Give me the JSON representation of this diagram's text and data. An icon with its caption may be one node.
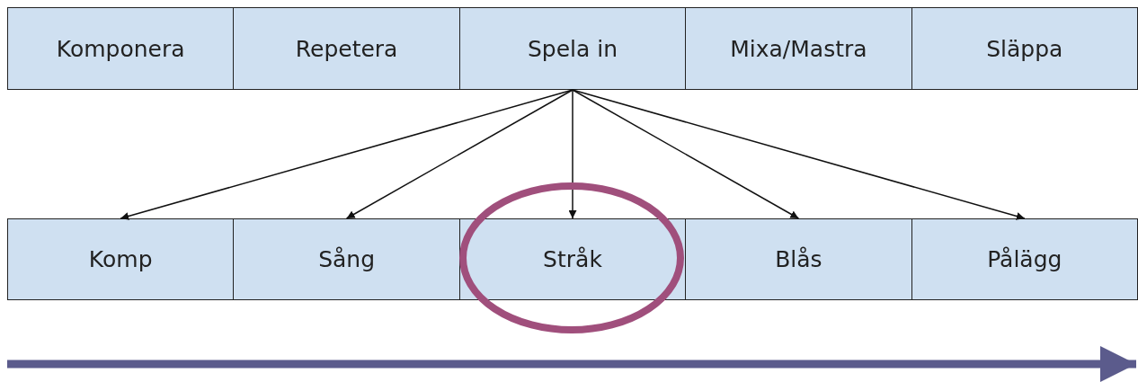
{
  "diagram": {
    "nodes": [
      {
        "text": [
          "Komponera"
        ]
      },
      {
        "text": [
          "Repetera"
        ]
      },
      {
        "text": [
          "Spela in"
        ]
      },
      {
        "text": [
          "Mixa/Mastra"
        ]
      },
      {
        "text": [
          "Släppa"
        ]
      },
      {
        "text": [
          "Komp"
        ]
      },
      {
        "text": [
          "Sång"
        ]
      },
      {
        "text": [
          "Stråk"
        ]
      },
      {
        "text": [
          "Blås"
        ]
      },
      {
        "text": [
          "Pålägg"
        ]
      }
    ],
    "edges": [
      {
        "from": 2,
        "to": 5,
        "arrow": "to"
      },
      {
        "from": 2,
        "to": 6,
        "arrow": "to"
      },
      {
        "from": 2,
        "to": 7,
        "arrow": "to"
      },
      {
        "from": 2,
        "to": 8,
        "arrow": "to"
      },
      {
        "from": 2,
        "to": 9,
        "arrow": "to"
      }
    ]
  }
}
